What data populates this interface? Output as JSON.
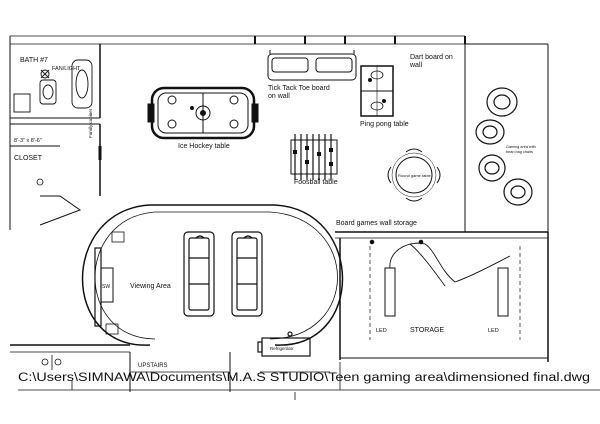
{
  "plan": {
    "labels": {
      "bath": "BATH #7",
      "fan_light": "FAN/LIGHT",
      "closet": "CLOSET",
      "dims_left": "8'-3\" x 8'-6\"",
      "family_cabinet": "Family cabinet",
      "ice_hockey": "Ice Hockey table",
      "tick_tack_toe": "Tick Tack Toe board on wall",
      "ping_pong": "Ping pong table",
      "dart_board": "Dart board on wall",
      "foosball": "Foosball table",
      "round_table": "Round game table",
      "gaming_area": "Gaming area with bean bag chairs",
      "board_games": "Board games wall storage",
      "viewing_area": "Viewing Area",
      "tv_label": "SW",
      "refrigerator": "Refrigerator",
      "storage": "STORAGE",
      "led_left": "LED",
      "led_right": "LED",
      "upstairs": "UPSTAIRS",
      "file_path": "C:\\Users\\SIMNAWA\\Documents\\M.A.S STUDIO\\Teen gaming area\\dimensioned final.dwg"
    }
  }
}
